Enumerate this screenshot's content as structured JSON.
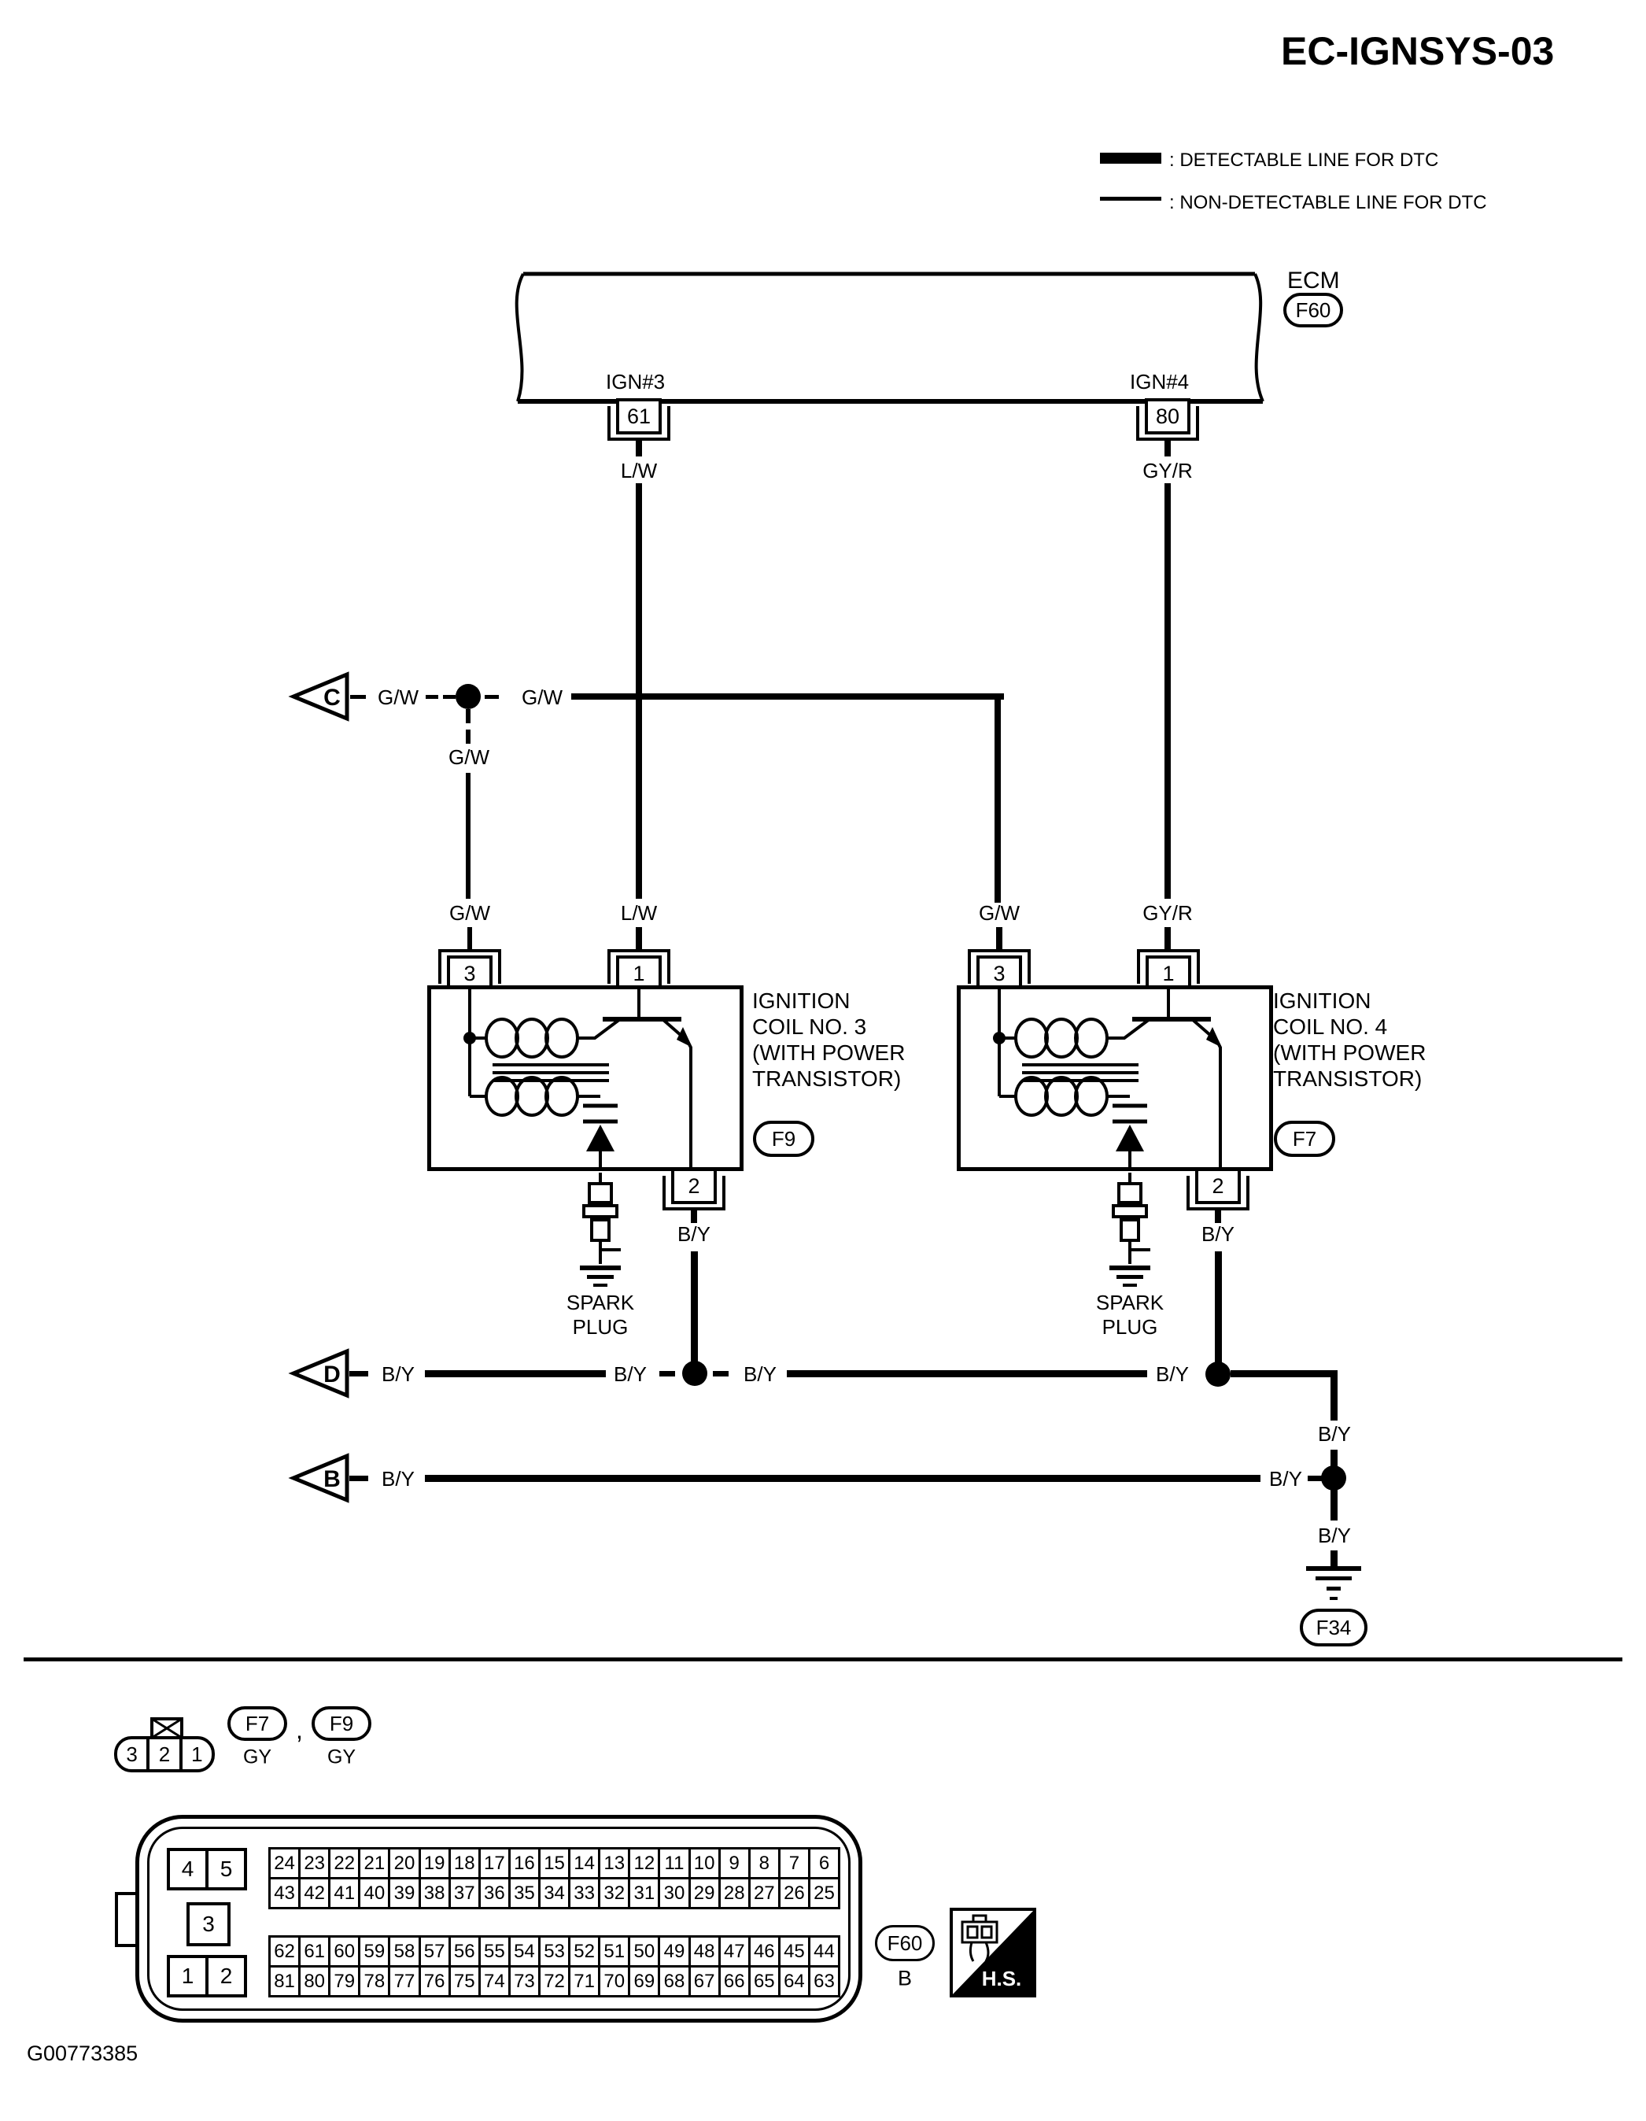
{
  "title": "EC-IGNSYS-03",
  "legend": {
    "detectable": ": DETECTABLE LINE FOR DTC",
    "non_detectable": ": NON-DETECTABLE LINE FOR DTC"
  },
  "ecm": {
    "label": "ECM",
    "connector": "F60",
    "ign3_label": "IGN#3",
    "ign4_label": "IGN#4",
    "ign3_pin": "61",
    "ign4_pin": "80"
  },
  "wire_colors": {
    "lw": "L/W",
    "gyr": "GY/R",
    "gw": "G/W",
    "by": "B/Y"
  },
  "connectors": {
    "c": "C",
    "d": "D",
    "b": "B",
    "f34": "F34"
  },
  "coil3": {
    "line1": "IGNITION",
    "line2": "COIL NO. 3",
    "line3": "(WITH POWER",
    "line4": "TRANSISTOR)",
    "connector": "F9",
    "pin3": "3",
    "pin1": "1",
    "pin2": "2"
  },
  "coil4": {
    "line1": "IGNITION",
    "line2": "COIL NO. 4",
    "line3": "(WITH POWER",
    "line4": "TRANSISTOR)",
    "connector": "F7",
    "pin3": "3",
    "pin1": "1",
    "pin2": "2"
  },
  "spark": {
    "line1": "SPARK",
    "line2": "PLUG"
  },
  "footer": {
    "code": "G00773385"
  },
  "detail": {
    "small_connector": {
      "pins": [
        "3",
        "2",
        "1"
      ],
      "ref1": "F7",
      "ref1_color": "GY",
      "comma": ",",
      "ref2": "F9",
      "ref2_color": "GY"
    },
    "ecm_connector": {
      "left_top": [
        "4",
        "5"
      ],
      "left_mid": "3",
      "left_bottom": [
        "1",
        "2"
      ],
      "row1": [
        "24",
        "23",
        "22",
        "21",
        "20",
        "19",
        "18",
        "17",
        "16",
        "15",
        "14",
        "13",
        "12",
        "11",
        "10",
        "9",
        "8",
        "7",
        "6"
      ],
      "row2": [
        "43",
        "42",
        "41",
        "40",
        "39",
        "38",
        "37",
        "36",
        "35",
        "34",
        "33",
        "32",
        "31",
        "30",
        "29",
        "28",
        "27",
        "26",
        "25"
      ],
      "row3": [
        "62",
        "61",
        "60",
        "59",
        "58",
        "57",
        "56",
        "55",
        "54",
        "53",
        "52",
        "51",
        "50",
        "49",
        "48",
        "47",
        "46",
        "45",
        "44"
      ],
      "row4": [
        "81",
        "80",
        "79",
        "78",
        "77",
        "76",
        "75",
        "74",
        "73",
        "72",
        "71",
        "70",
        "69",
        "68",
        "67",
        "66",
        "65",
        "64",
        "63"
      ],
      "ref": "F60",
      "ref_sub": "B",
      "hs_label": "H.S."
    }
  }
}
